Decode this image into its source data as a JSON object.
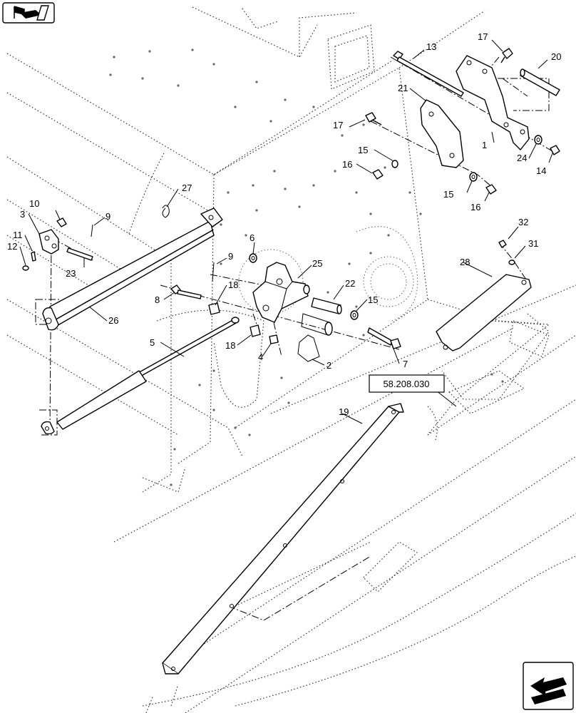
{
  "reference_box": {
    "label": "58.208.030"
  },
  "callouts": [
    {
      "id": "1",
      "text": "1"
    },
    {
      "id": "2",
      "text": "2"
    },
    {
      "id": "3",
      "text": "3"
    },
    {
      "id": "4",
      "text": "4"
    },
    {
      "id": "5",
      "text": "5"
    },
    {
      "id": "6",
      "text": "6"
    },
    {
      "id": "7",
      "text": "7"
    },
    {
      "id": "8",
      "text": "8"
    },
    {
      "id": "9a",
      "text": "9"
    },
    {
      "id": "9b",
      "text": "9"
    },
    {
      "id": "10",
      "text": "10"
    },
    {
      "id": "11",
      "text": "11"
    },
    {
      "id": "12",
      "text": "12"
    },
    {
      "id": "13",
      "text": "13"
    },
    {
      "id": "14",
      "text": "14"
    },
    {
      "id": "15a",
      "text": "15"
    },
    {
      "id": "15b",
      "text": "15"
    },
    {
      "id": "15c",
      "text": "15"
    },
    {
      "id": "16a",
      "text": "16"
    },
    {
      "id": "16b",
      "text": "16"
    },
    {
      "id": "17a",
      "text": "17"
    },
    {
      "id": "17b",
      "text": "17"
    },
    {
      "id": "18a",
      "text": "18"
    },
    {
      "id": "18b",
      "text": "18"
    },
    {
      "id": "19",
      "text": "19"
    },
    {
      "id": "20",
      "text": "20"
    },
    {
      "id": "21",
      "text": "21"
    },
    {
      "id": "22",
      "text": "22"
    },
    {
      "id": "23",
      "text": "23"
    },
    {
      "id": "24",
      "text": "24"
    },
    {
      "id": "25",
      "text": "25"
    },
    {
      "id": "26",
      "text": "26"
    },
    {
      "id": "27",
      "text": "27"
    },
    {
      "id": "28",
      "text": "28"
    },
    {
      "id": "31",
      "text": "31"
    },
    {
      "id": "32",
      "text": "32"
    }
  ],
  "icons": {
    "top_left": "parts-catalog-icon",
    "bottom_right": "navigate-arrow-icon"
  }
}
